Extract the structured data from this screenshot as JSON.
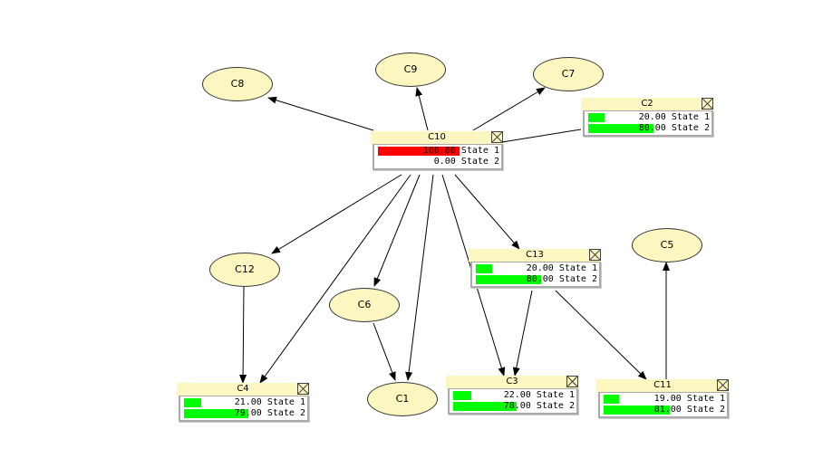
{
  "colors": {
    "node_fill": "#fcf6c0",
    "evidence_bar": "#ff0000",
    "belief_bar": "#00ff00"
  },
  "monitors": [
    {
      "id": "C10",
      "states": [
        {
          "value": "100.00",
          "label": "State 1",
          "pct": 100,
          "evidence": true
        },
        {
          "value": "0.00",
          "label": "State 2",
          "pct": 0
        }
      ]
    },
    {
      "id": "C2",
      "states": [
        {
          "value": "20.00",
          "label": "State 1",
          "pct": 20
        },
        {
          "value": "80.00",
          "label": "State 2",
          "pct": 80
        }
      ]
    },
    {
      "id": "C13",
      "states": [
        {
          "value": "20.00",
          "label": "State 1",
          "pct": 20
        },
        {
          "value": "80.00",
          "label": "State 2",
          "pct": 80
        }
      ]
    },
    {
      "id": "C4",
      "states": [
        {
          "value": "21.00",
          "label": "State 1",
          "pct": 21
        },
        {
          "value": "79.00",
          "label": "State 2",
          "pct": 79
        }
      ]
    },
    {
      "id": "C3",
      "states": [
        {
          "value": "22.00",
          "label": "State 1",
          "pct": 22
        },
        {
          "value": "78.00",
          "label": "State 2",
          "pct": 78
        }
      ]
    },
    {
      "id": "C11",
      "states": [
        {
          "value": "19.00",
          "label": "State 1",
          "pct": 19
        },
        {
          "value": "81.00",
          "label": "State 2",
          "pct": 81
        }
      ]
    }
  ],
  "nodes": [
    "C8",
    "C9",
    "C7",
    "C5",
    "C12",
    "C6",
    "C1"
  ],
  "edges": [
    [
      "C10",
      "C8"
    ],
    [
      "C10",
      "C9"
    ],
    [
      "C10",
      "C7"
    ],
    [
      "C2",
      "C10"
    ],
    [
      "C10",
      "C12"
    ],
    [
      "C10",
      "C4"
    ],
    [
      "C10",
      "C6"
    ],
    [
      "C10",
      "C1"
    ],
    [
      "C10",
      "C13"
    ],
    [
      "C10",
      "C3"
    ],
    [
      "C13",
      "C3"
    ],
    [
      "C13",
      "C11"
    ],
    [
      "C12",
      "C4"
    ],
    [
      "C6",
      "C1"
    ],
    [
      "C11",
      "C5"
    ]
  ]
}
